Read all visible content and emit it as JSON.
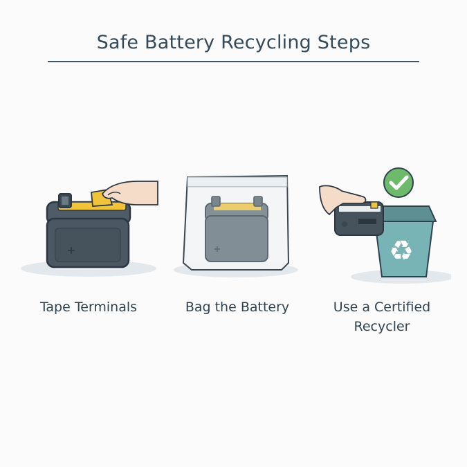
{
  "header": {
    "title": "Safe Battery Recycling Steps"
  },
  "steps": [
    {
      "label": "Tape Terminals",
      "icon": "battery-taping-icon"
    },
    {
      "label": "Bag the Battery",
      "icon": "bagged-battery-icon"
    },
    {
      "label": "Use a Certified Recycler",
      "label_line1": "Use a Certified",
      "label_line2": "Recycler",
      "icon": "recycle-bin-icon",
      "badge": "checkmark-icon"
    }
  ],
  "colors": {
    "background": "#fbfbfb",
    "title": "#34495a",
    "battery_body": "#4b5863",
    "battery_dark": "#2f3a43",
    "tape_yellow": "#f0c43a",
    "skin": "#f5dcc8",
    "bin_teal": "#78b3b5",
    "bin_lid": "#5e8f92",
    "check_green": "#6cba6a",
    "shadow": "#e3e8ec"
  }
}
